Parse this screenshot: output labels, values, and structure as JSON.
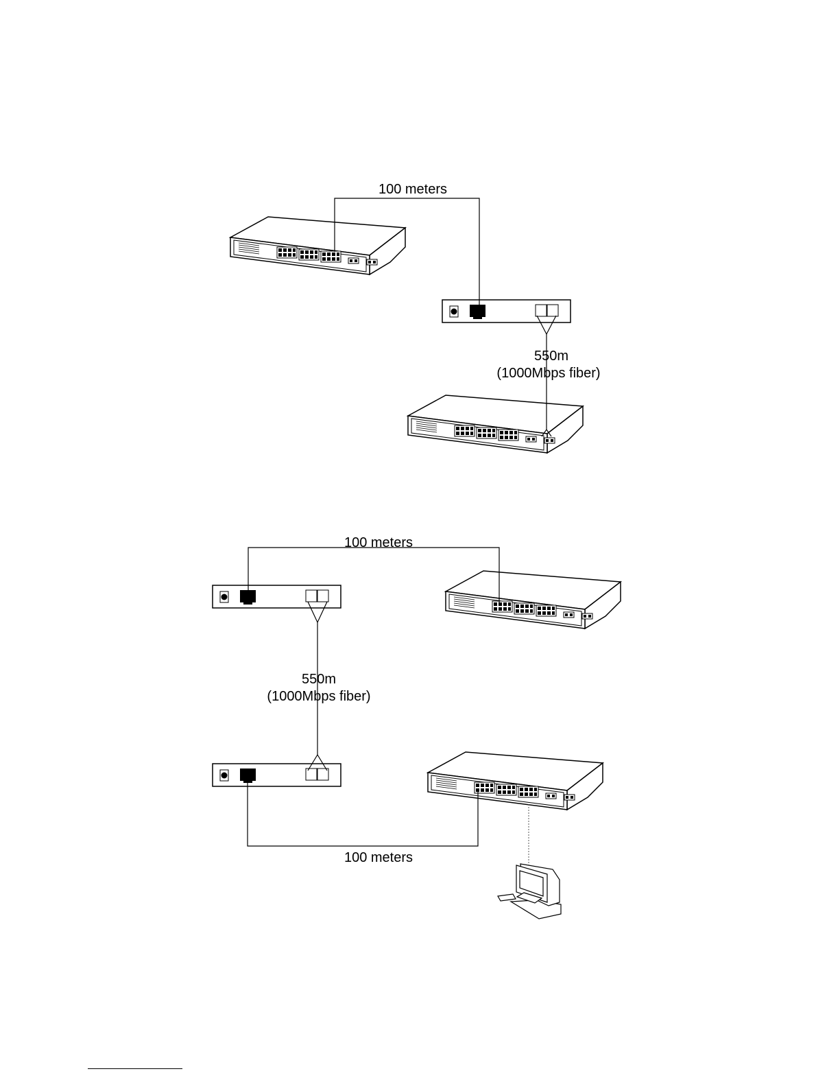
{
  "diagram1": {
    "copper_label": "100 meters",
    "fiber_label_line1": "550m",
    "fiber_label_line2": "(1000Mbps fiber)"
  },
  "diagram2": {
    "copper_label_top": "100 meters",
    "fiber_label_line1": "550m",
    "fiber_label_line2": "(1000Mbps fiber)",
    "copper_label_bottom": "100 meters"
  },
  "colors": {
    "line": "#000000",
    "background": "#ffffff"
  }
}
